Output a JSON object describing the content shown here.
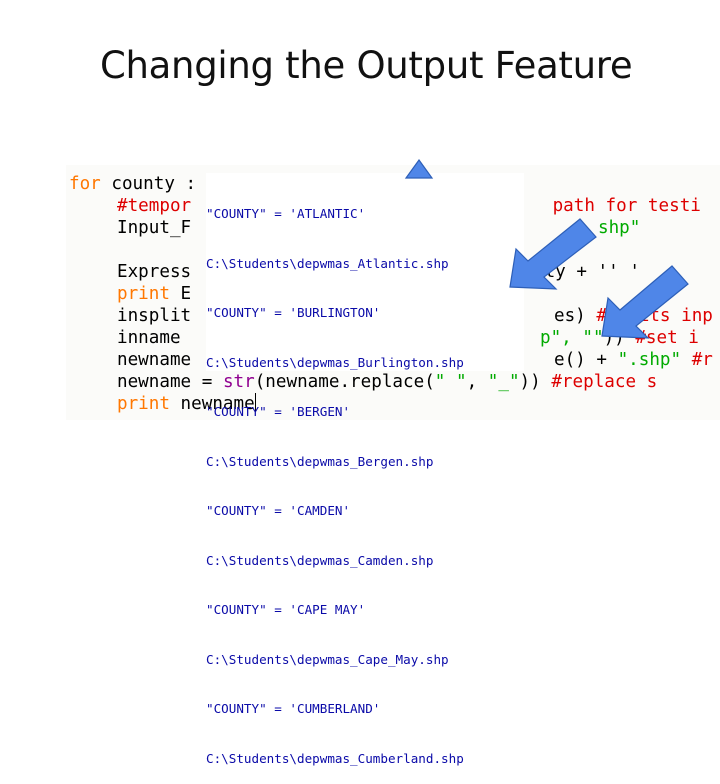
{
  "slide": {
    "title": "Changing the Output Feature"
  },
  "code": {
    "line1": {
      "kw": "for",
      "text": " county : "
    },
    "line2": {
      "comment": "#tempor",
      "tail": " path for testi"
    },
    "line3": {
      "text": "Input_F",
      "tail_str": "shp\""
    },
    "line4": {
      "text": "Express",
      "tail": "nty + '' ' "
    },
    "line5": {
      "kw": "print",
      "text": " E"
    },
    "line6": {
      "text": "insplit",
      "tail": "es) ",
      "tail_comment": "#splits inp"
    },
    "line7": {
      "text": "inname ",
      "tail_str": "p\", ",
      "tail_str2": "\"\"",
      "tail_rest": ")) ",
      "tail_comment": "#set i"
    },
    "line8": {
      "text": "newname",
      "tail": "e() + ",
      "tail_str": "\".shp\"",
      "tail_comment": " #r"
    },
    "line9": {
      "a": "newname = ",
      "bi": "str",
      "b": "(newname.replace(",
      "s1": "\" \"",
      "c": ", ",
      "s2": "\"_\"",
      "d": ")) ",
      "comment": "#replace s"
    },
    "line10": {
      "kw": "print",
      "text": " newname"
    }
  },
  "overlay_rows": [
    "\"COUNTY\" = 'ATLANTIC'",
    "C:\\Students\\depwmas_Atlantic.shp",
    "\"COUNTY\" = 'BURLINGTON'",
    "C:\\Students\\depwmas_Burlington.shp",
    "\"COUNTY\" = 'BERGEN'",
    "C:\\Students\\depwmas_Bergen.shp",
    "\"COUNTY\" = 'CAMDEN'",
    "C:\\Students\\depwmas_Camden.shp",
    "\"COUNTY\" = 'CAPE MAY'",
    "C:\\Students\\depwmas_Cape_May.shp",
    "\"COUNTY\" = 'CUMBERLAND'",
    "C:\\Students\\depwmas_Cumberland.shp"
  ],
  "colors": {
    "keyword": "#ff7700",
    "comment": "#dd0000",
    "string": "#00aa00",
    "builtin": "#900090",
    "overlay_text": "#0a0aa8",
    "arrow_fill": "#4f86e8",
    "arrow_stroke": "#2d5fb8"
  },
  "icons": {
    "arrow_up": "arrow-up-icon",
    "arrow_down_left_1": "arrow-down-left-icon",
    "arrow_down_left_2": "arrow-down-left-icon"
  }
}
